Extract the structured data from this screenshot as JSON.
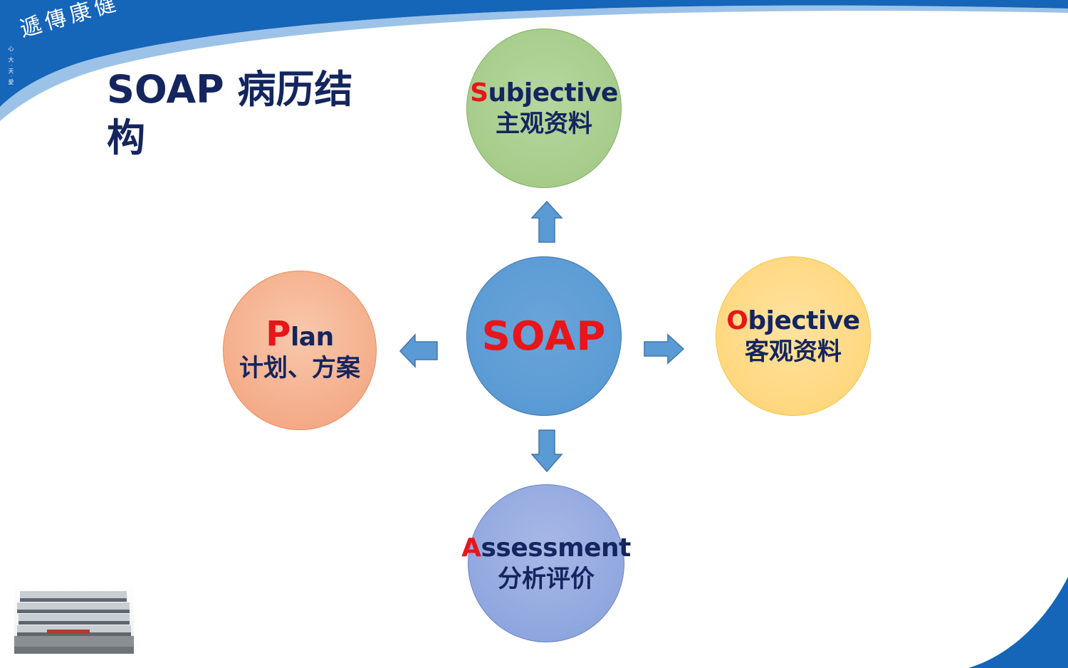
{
  "slide": {
    "title": "SOAP 病历结构",
    "brand": {
      "logo_text": "遞傳康健",
      "small_text": "心 · 大 · 天 · 愛"
    }
  },
  "diagram": {
    "center": {
      "label": "SOAP",
      "color": "#5b9bd5"
    },
    "nodes": [
      {
        "key": "subjective",
        "first_letter": "S",
        "rest": "ubjective",
        "zh": "主观资料",
        "color": "#a9d18e"
      },
      {
        "key": "objective",
        "first_letter": "O",
        "rest": "bjective",
        "zh": "客观资料",
        "color": "#ffd966"
      },
      {
        "key": "assessment",
        "first_letter": "A",
        "rest": "ssessment",
        "zh": "分析评价",
        "color": "#8faadc"
      },
      {
        "key": "plan",
        "first_letter": "P",
        "rest": "lan",
        "zh": "计划、方案",
        "color": "#f4b183"
      }
    ],
    "accent_color": "#e8151b",
    "text_color": "#14255f"
  }
}
